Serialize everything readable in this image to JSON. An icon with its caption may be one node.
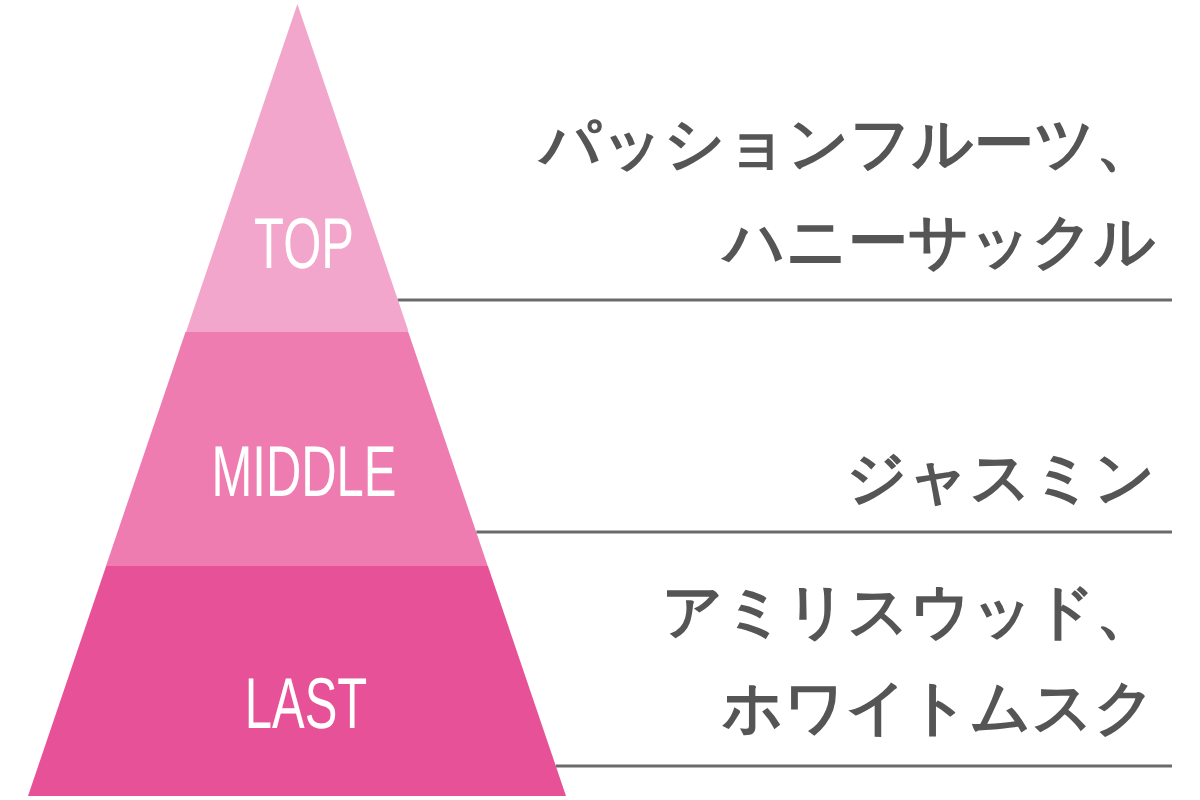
{
  "diagram": {
    "nodes": [
      {
        "text": [
          "TOP"
        ]
      },
      {
        "text": [
          "MIDDLE"
        ]
      },
      {
        "text": [
          "LAST"
        ]
      },
      {
        "text": [
          "パッションフルーツ、ハニーサックル"
        ]
      },
      {
        "text": [
          "ジャスミン"
        ]
      },
      {
        "text": [
          "アミリスウッド、ホワイトムスク"
        ]
      }
    ],
    "edges": [
      {
        "from": 3,
        "to": 0,
        "arrow": "none"
      },
      {
        "from": 4,
        "to": 1,
        "arrow": "none"
      },
      {
        "from": 5,
        "to": 2,
        "arrow": "none"
      }
    ]
  }
}
